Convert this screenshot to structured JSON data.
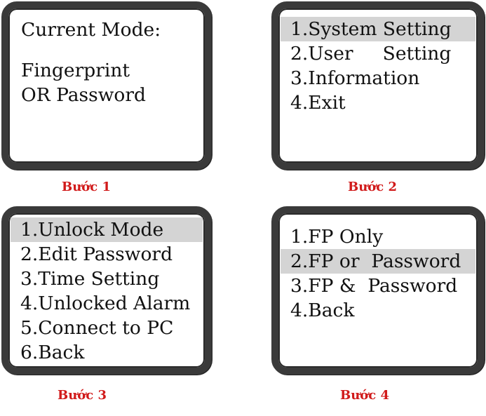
{
  "screens": [
    {
      "title": "Current Mode:",
      "lines": [
        "Fingerprint",
        "OR Password"
      ]
    },
    {
      "items": [
        "1.System Setting",
        "2.User     Setting",
        "3.Information",
        "4.Exit"
      ],
      "selected_index": 0
    },
    {
      "items": [
        "1.Unlock Mode",
        "2.Edit Password",
        "3.Time Setting",
        "4.Unlocked Alarm",
        "5.Connect to PC",
        "6.Back"
      ],
      "selected_index": 0
    },
    {
      "items": [
        "1.FP Only",
        "2.FP or  Password",
        "3.FP &  Password",
        "4.Back"
      ],
      "selected_index": 1
    }
  ],
  "steps": [
    "Bước 1",
    "Bước 2",
    "Bước 3",
    "Bước 4"
  ],
  "colors": {
    "bezel": "#3a3a3a",
    "highlight": "#d4d4d4",
    "step_label": "#d11a1a"
  }
}
